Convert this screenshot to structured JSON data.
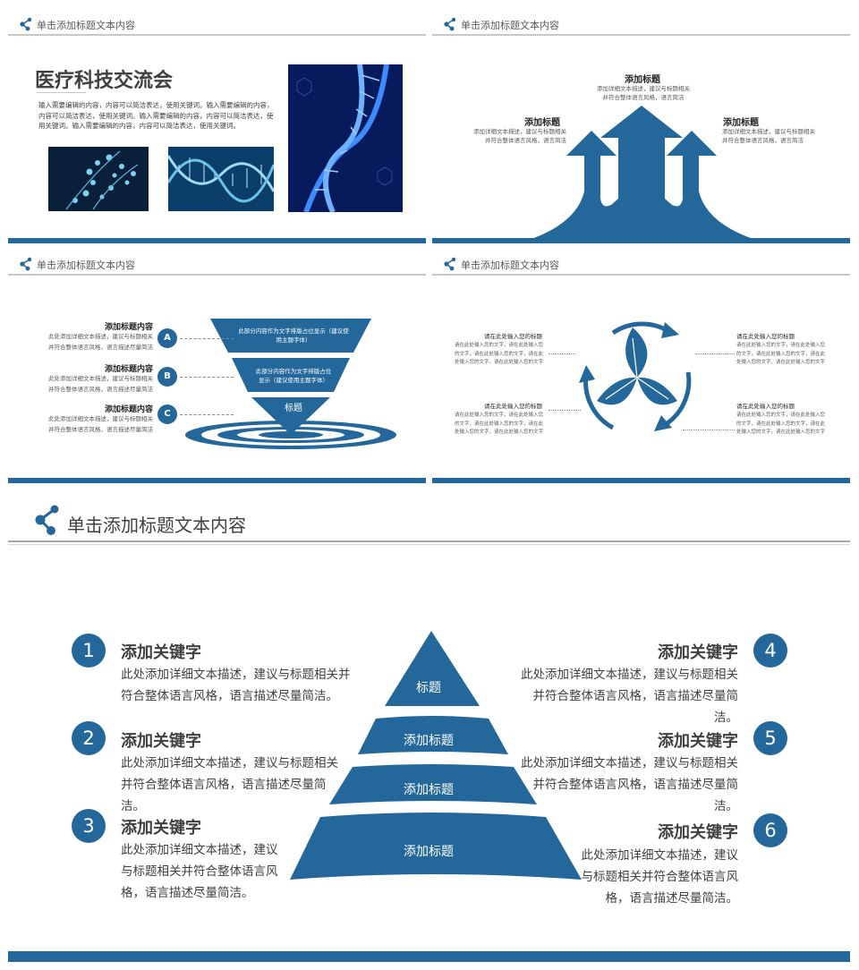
{
  "colors": {
    "primary": "#23679b",
    "text": "#404040",
    "line": "#c8c8c8"
  },
  "header_title": "单击添加标题文本内容",
  "slide1": {
    "title": "医疗科技交流会",
    "body": "输入需要编辑的内容，内容可以简洁表达，使用关键词。输入需要编辑的内容，内容可以简洁表达，使用关键词。输入需要编辑的内容，内容可以简洁表达，使用关键词。输入需要编辑的内容，内容可以简洁表达，使用关键词。"
  },
  "slide2": {
    "labels": [
      {
        "title": "添加标题",
        "desc": "添加详细文本描述，建议与标题相关并符合整体语言风格，语言简洁"
      },
      {
        "title": "添加标题",
        "desc": "添加详细文本描述，建议与标题相关并符合整体语言风格，语言简洁"
      },
      {
        "title": "添加标题",
        "desc": "添加详细文本描述，建议与标题相关并符合整体语言风格，语言简洁"
      }
    ]
  },
  "slide3": {
    "items": [
      {
        "letter": "A",
        "title": "添加标题内容",
        "desc": "此处添加详细文本描述，建议与标题相关并符合整体语言风格，语言描述尽量简洁"
      },
      {
        "letter": "B",
        "title": "添加标题内容",
        "desc": "此处添加详细文本描述，建议与标题相关并符合整体语言风格，语言描述尽量简洁"
      },
      {
        "letter": "C",
        "title": "添加标题内容",
        "desc": "此处添加详细文本描述，建议与标题相关并符合整体语言风格，语言描述尽量简洁"
      }
    ],
    "funnel": [
      "此部分内容作为文字排版占位显示（建议使用主题字体）",
      "此部分内容作为文字排版占位显示（建议使用主题字体）",
      "标题"
    ]
  },
  "slide4": {
    "blocks": [
      {
        "title": "请在此处输入您的标题",
        "desc": "请在此处输入您的文字，请在此处输入您的文字，请在此处输入您的文字，请在此处输入您的文字，请在此处输入您的文字"
      },
      {
        "title": "请在此处输入您的标题",
        "desc": "请在此处输入您的文字，请在此处输入您的文字，请在此处输入您的文字，请在此处输入您的文字，请在此处输入您的文字"
      },
      {
        "title": "请在此处输入您的标题",
        "desc": "请在此处输入您的文字，请在此处输入您的文字，请在此处输入您的文字，请在此处输入您的文字，请在此处输入您的文字"
      },
      {
        "title": "请在此处输入您的标题",
        "desc": "请在此处输入您的文字，请在此处输入您的文字，请在此处输入您的文字，请在此处输入您的文字，请在此处输入您的文字"
      }
    ]
  },
  "main": {
    "title": "单击添加标题文本内容",
    "keywords": [
      {
        "num": "1",
        "title": "添加关键字",
        "desc": "此处添加详细文本描述，建议与标题相关并符合整体语言风格，语言描述尽量简洁。"
      },
      {
        "num": "2",
        "title": "添加关键字",
        "desc": "此处添加详细文本描述，建议与标题相关并符合整体语言风格，语言描述尽量简洁。"
      },
      {
        "num": "3",
        "title": "添加关键字",
        "desc": "此处添加详细文本描述，建议与标题相关并符合整体语言风格，语言描述尽量简洁。"
      },
      {
        "num": "4",
        "title": "添加关键字",
        "desc": "此处添加详细文本描述，建议与标题相关并符合整体语言风格，语言描述尽量简洁。"
      },
      {
        "num": "5",
        "title": "添加关键字",
        "desc": "此处添加详细文本描述，建议与标题相关并符合整体语言风格，语言描述尽量简洁。"
      },
      {
        "num": "6",
        "title": "添加关键字",
        "desc": "此处添加详细文本描述，建议与标题相关并符合整体语言风格，语言描述尽量简洁。"
      }
    ],
    "pyramid": [
      "标题",
      "添加标题",
      "添加标题",
      "添加标题"
    ]
  }
}
